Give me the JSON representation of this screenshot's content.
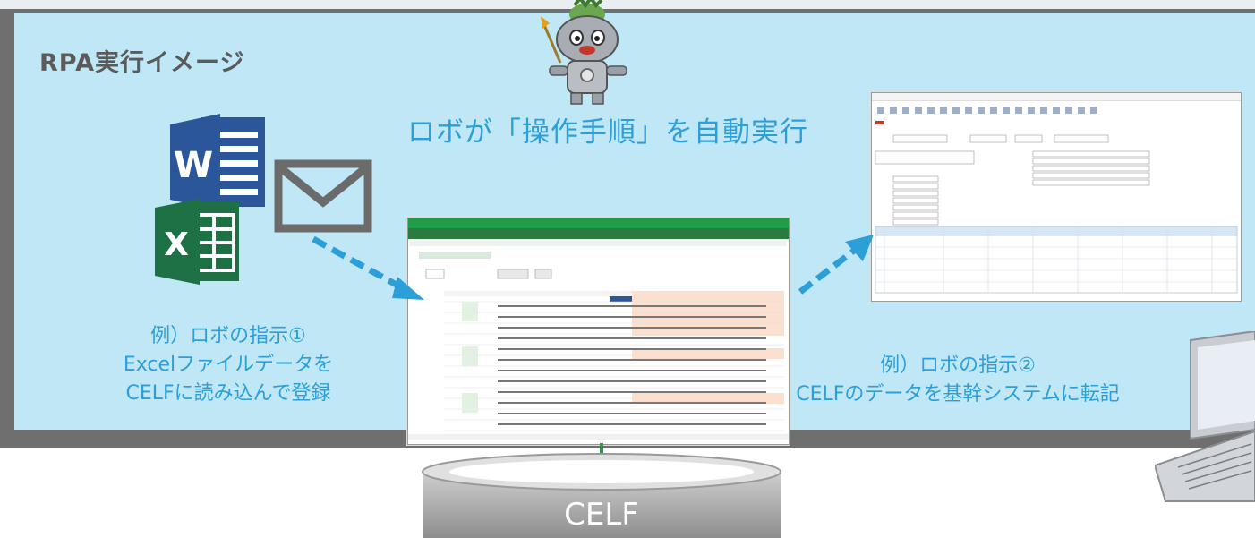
{
  "diagram": {
    "title": "RPA実行イメージ",
    "subtitle": "ロボが「操作手順」を自動実行",
    "note_left": {
      "lines": [
        "例）ロボの指示①",
        "Excelファイルデータを",
        "CELFに読み込んで登録"
      ]
    },
    "note_right": {
      "lines": [
        "例）ロボの指示②",
        "CELFのデータを基幹システムに転記"
      ]
    },
    "database_label": "CELF",
    "word_icon_letter": "W",
    "excel_icon_letter": "X",
    "colors": {
      "panel_bg": "#bfe7f6",
      "frame": "#6f6f6f",
      "accent_blue": "#2d9fd8",
      "word_blue": "#2b579a",
      "excel_green": "#1e7145",
      "mail_gray": "#6b6b6b",
      "celf_green": "#1f9e4a"
    },
    "icons": [
      "word-icon",
      "excel-icon",
      "mail-icon",
      "robot-mascot-icon",
      "laptop-icon",
      "database-icon"
    ]
  }
}
